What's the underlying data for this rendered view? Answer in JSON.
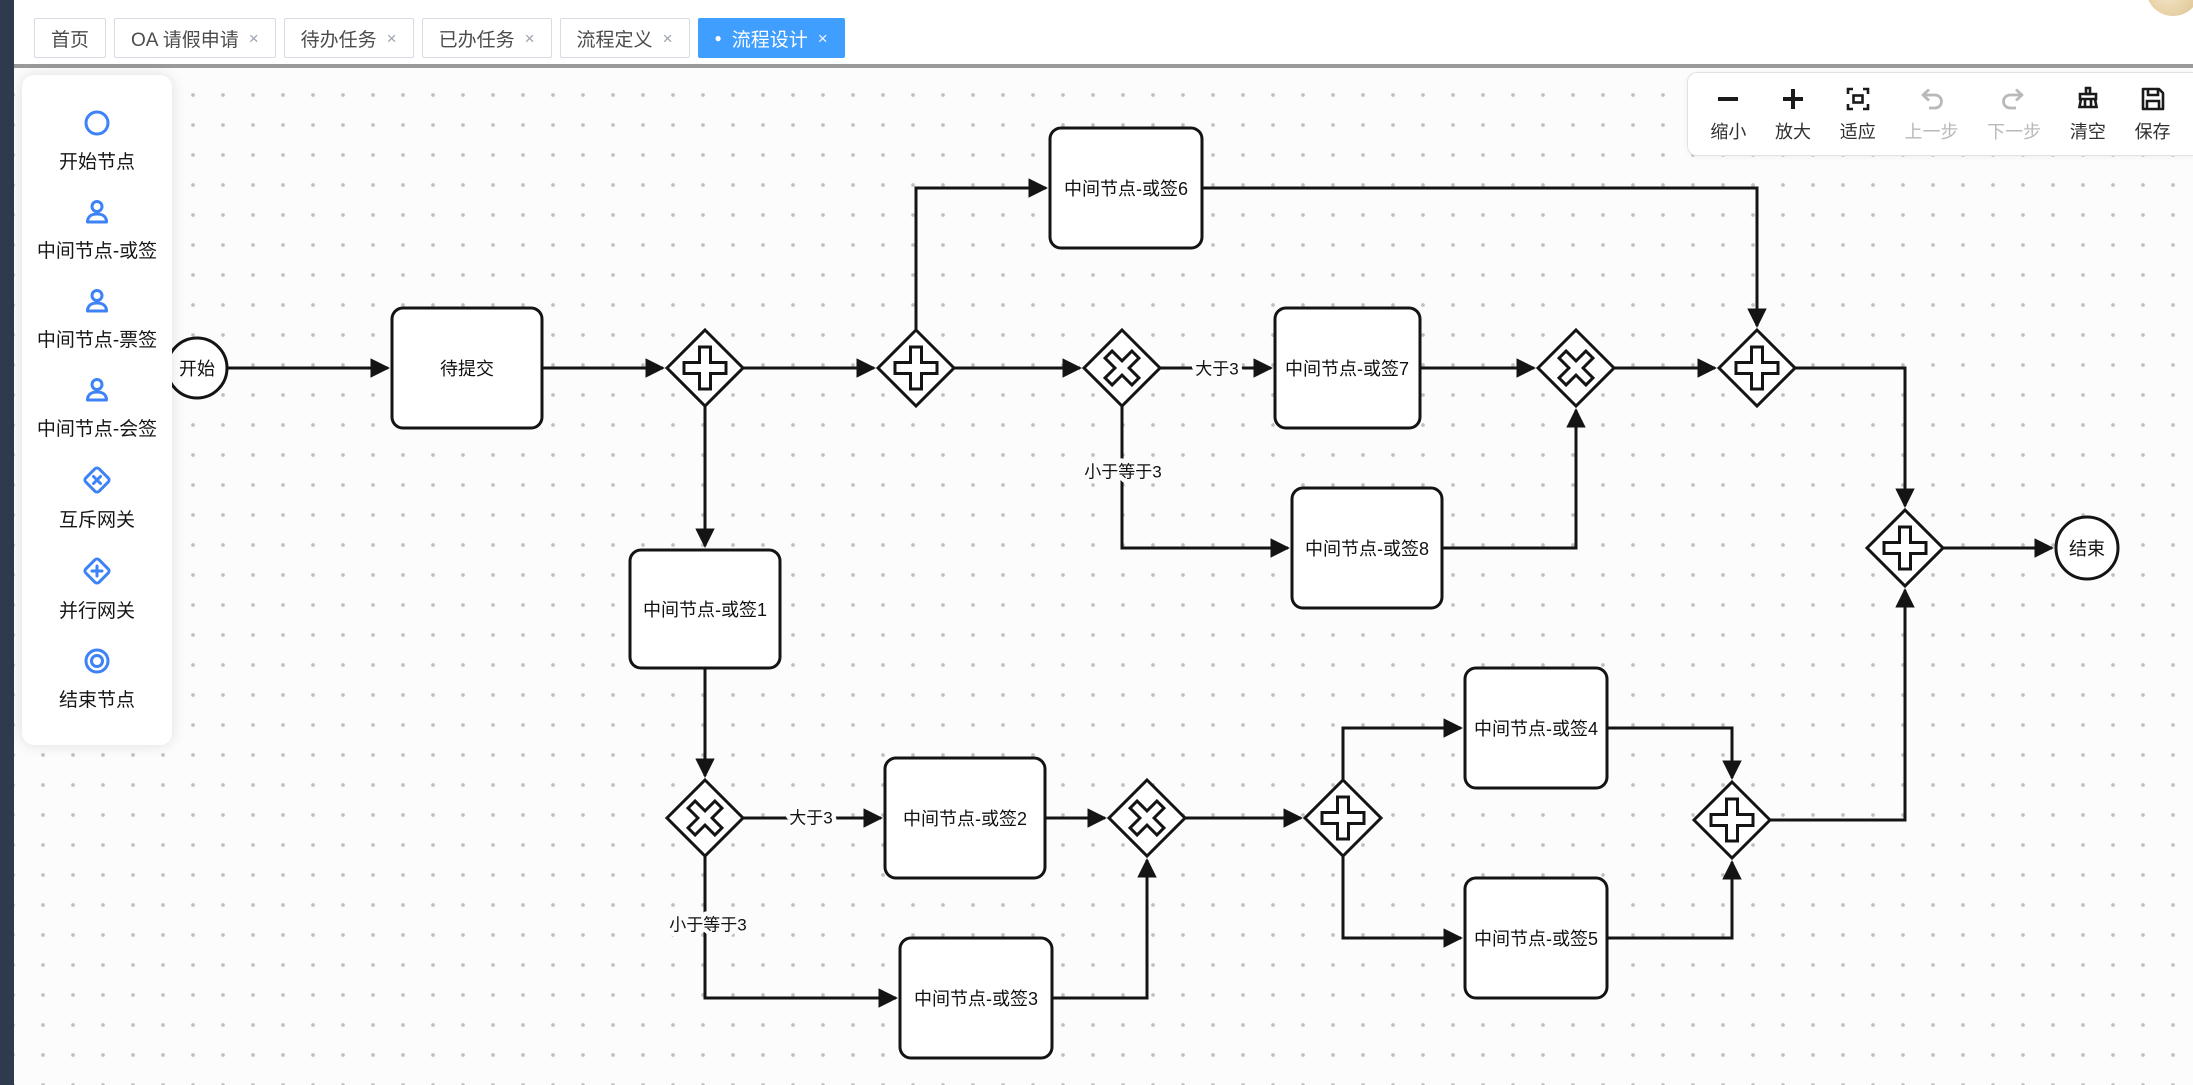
{
  "colors": {
    "accent": "#409eff",
    "palette_icon": "#3e82f7",
    "line": "#141414"
  },
  "tabs": {
    "close_glyph": "×",
    "active_dot": "●",
    "items": [
      {
        "label": "首页",
        "closable": false,
        "active": false
      },
      {
        "label": "OA 请假申请",
        "closable": true,
        "active": false
      },
      {
        "label": "待办任务",
        "closable": true,
        "active": false
      },
      {
        "label": "已办任务",
        "closable": true,
        "active": false
      },
      {
        "label": "流程定义",
        "closable": true,
        "active": false
      },
      {
        "label": "流程设计",
        "closable": true,
        "active": true
      }
    ]
  },
  "toolbar": {
    "items": [
      {
        "label": "缩小",
        "icon": "minus-icon",
        "disabled": false
      },
      {
        "label": "放大",
        "icon": "plus-icon",
        "disabled": false
      },
      {
        "label": "适应",
        "icon": "fit-icon",
        "disabled": false
      },
      {
        "label": "上一步",
        "icon": "undo-icon",
        "disabled": true
      },
      {
        "label": "下一步",
        "icon": "redo-icon",
        "disabled": true
      },
      {
        "label": "清空",
        "icon": "broom-icon",
        "disabled": false
      },
      {
        "label": "保存",
        "icon": "save-icon",
        "disabled": false
      }
    ]
  },
  "palette": {
    "items": [
      {
        "label": "开始节点",
        "icon": "circle-icon"
      },
      {
        "label": "中间节点-或签",
        "icon": "user-icon"
      },
      {
        "label": "中间节点-票签",
        "icon": "user-icon"
      },
      {
        "label": "中间节点-会签",
        "icon": "user-icon"
      },
      {
        "label": "互斥网关",
        "icon": "diamond-x-icon"
      },
      {
        "label": "并行网关",
        "icon": "diamond-plus-icon"
      },
      {
        "label": "结束节点",
        "icon": "double-circle-icon"
      }
    ]
  },
  "diagram": {
    "nodes": {
      "start": "开始",
      "submit": "待提交",
      "n1": "中间节点-或签1",
      "n2": "中间节点-或签2",
      "n3": "中间节点-或签3",
      "n4": "中间节点-或签4",
      "n5": "中间节点-或签5",
      "n6": "中间节点-或签6",
      "n7": "中间节点-或签7",
      "n8": "中间节点-或签8",
      "end": "结束"
    },
    "edge_labels": {
      "gt3_top": "大于3",
      "lte3_top": "小于等于3",
      "gt3_bottom": "大于3",
      "lte3_bottom": "小于等于3"
    }
  }
}
